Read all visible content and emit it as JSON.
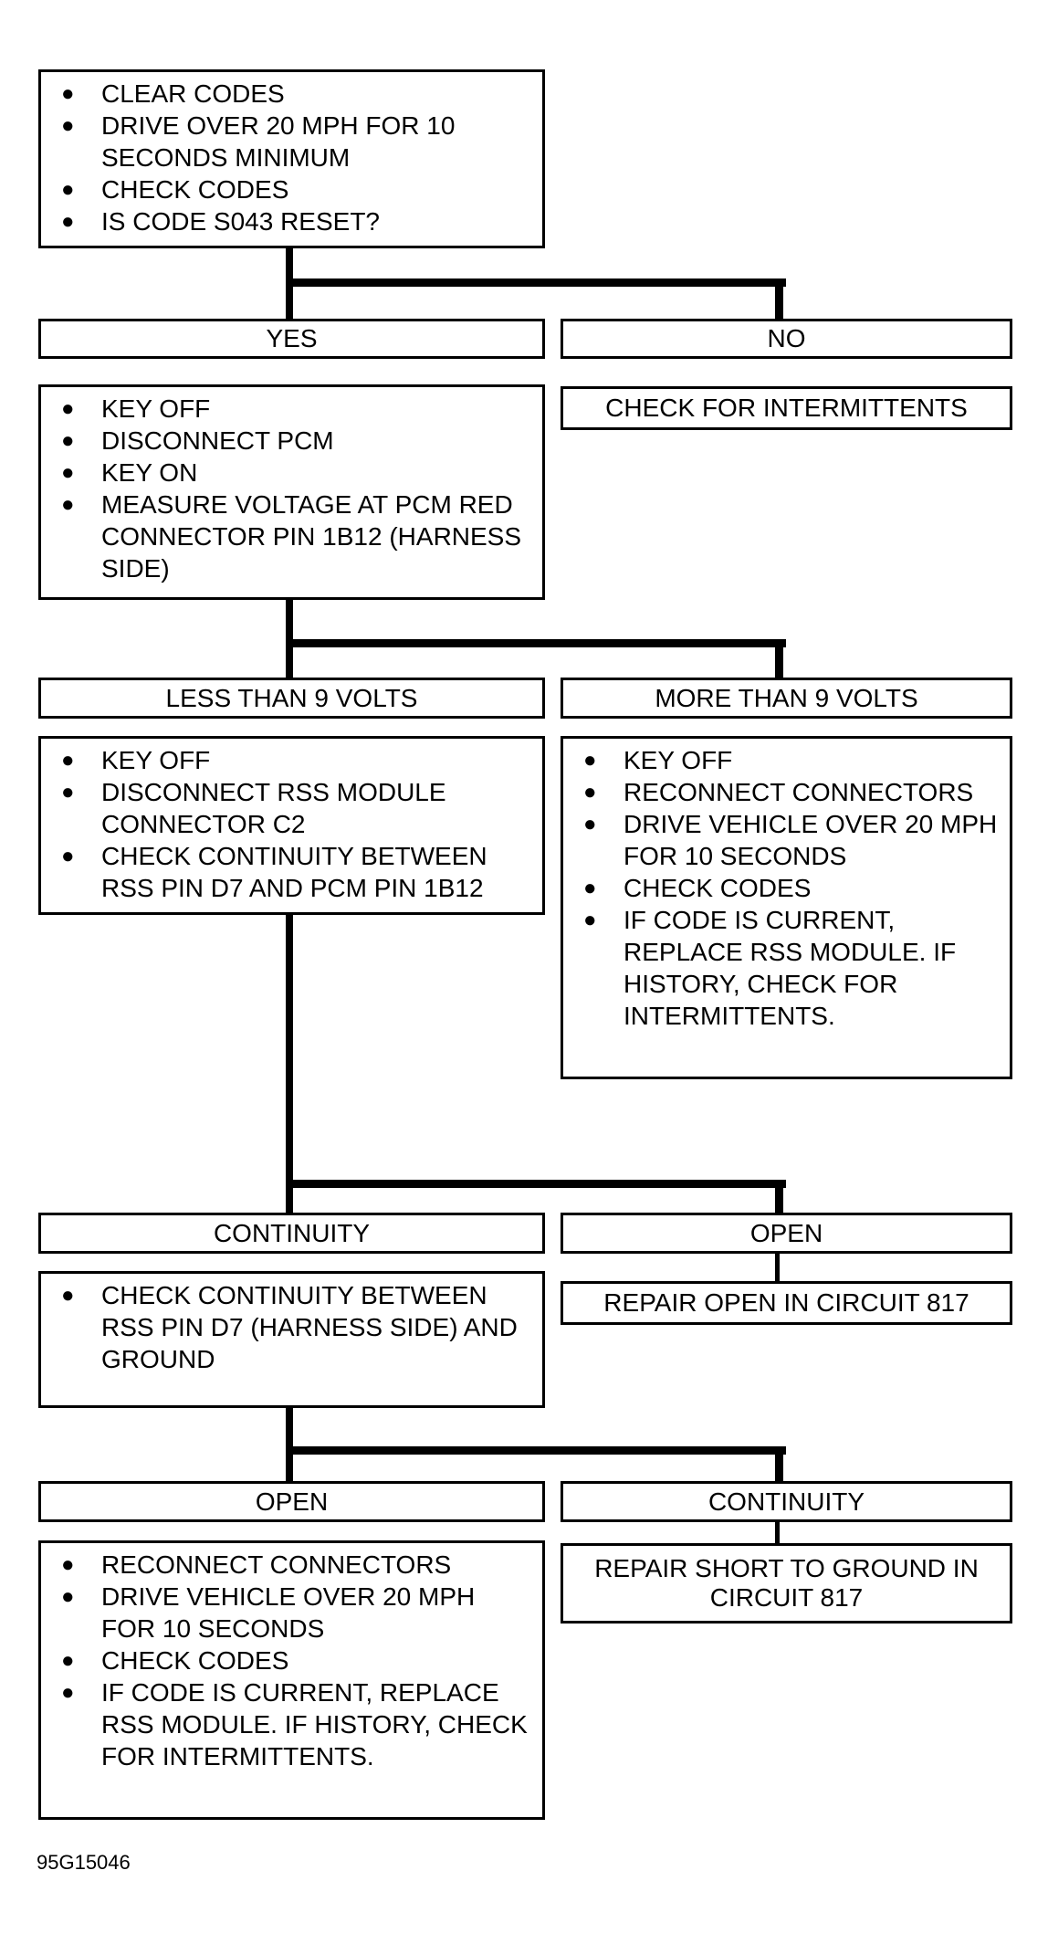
{
  "step1": {
    "items": [
      "CLEAR CODES",
      "DRIVE OVER 20 MPH FOR 10 SECONDS MINIMUM",
      "CHECK CODES",
      "IS CODE S043 RESET?"
    ]
  },
  "branch1": {
    "yes_label": "YES",
    "no_label": "NO",
    "no_action": "CHECK FOR INTERMITTENTS"
  },
  "step2": {
    "items": [
      "KEY OFF",
      "DISCONNECT PCM",
      "KEY ON",
      "MEASURE VOLTAGE AT PCM RED CONNECTOR PIN 1B12 (HARNESS SIDE)"
    ]
  },
  "branch2": {
    "less_label": "LESS THAN 9 VOLTS",
    "more_label": "MORE THAN 9 VOLTS",
    "less_items": [
      "KEY OFF",
      "DISCONNECT RSS MODULE CONNECTOR C2",
      "CHECK CONTINUITY BETWEEN RSS PIN D7 AND PCM PIN 1B12"
    ],
    "more_items": [
      "KEY OFF",
      "RECONNECT CONNECTORS",
      "DRIVE VEHICLE OVER 20 MPH FOR 10 SECONDS",
      "CHECK CODES",
      "IF CODE IS CURRENT, REPLACE RSS MODULE. IF HISTORY, CHECK FOR INTERMITTENTS."
    ]
  },
  "branch3": {
    "continuity_label": "CONTINUITY",
    "open_label": "OPEN",
    "continuity_items": [
      "CHECK CONTINUITY BETWEEN RSS PIN D7 (HARNESS SIDE) AND GROUND"
    ],
    "open_action": "REPAIR OPEN IN CIRCUIT 817"
  },
  "branch4": {
    "open_label": "OPEN",
    "continuity_label": "CONTINUITY",
    "open_items": [
      "RECONNECT CONNECTORS",
      "DRIVE VEHICLE OVER 20 MPH FOR 10 SECONDS",
      "CHECK CODES",
      "IF CODE IS CURRENT, REPLACE RSS MODULE. IF HISTORY, CHECK FOR INTERMITTENTS."
    ],
    "continuity_action": "REPAIR SHORT TO GROUND IN CIRCUIT 817"
  },
  "figure_id": "95G15046"
}
